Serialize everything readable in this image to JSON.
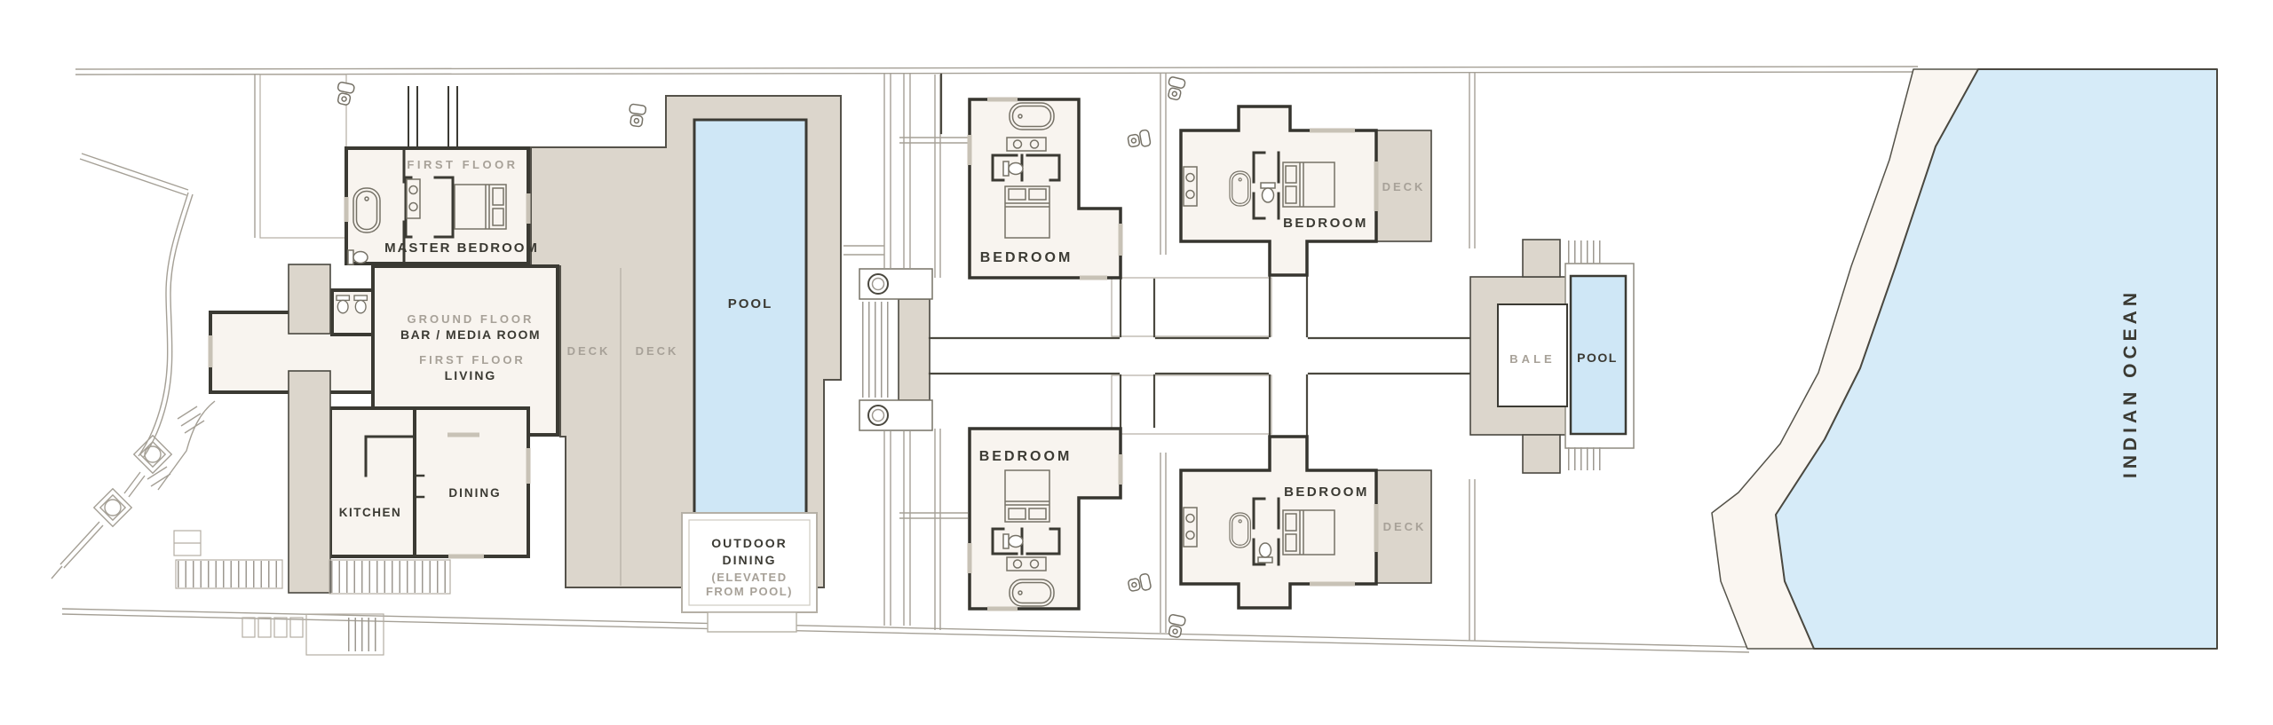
{
  "main_house": {
    "upper_floor_tag": "FIRST FLOOR",
    "master_bedroom": "MASTER BEDROOM",
    "ground_floor_tag": "GROUND FLOOR",
    "bar_media_room": "BAR / MEDIA ROOM",
    "lower_floor_tag": "FIRST FLOOR",
    "living": "LIVING",
    "kitchen": "KITCHEN",
    "dining": "DINING"
  },
  "pool_area": {
    "pool": "POOL",
    "deck_west": "DECK",
    "deck_east": "DECK",
    "outdoor_dining_line1": "OUTDOOR",
    "outdoor_dining_line2": "DINING",
    "outdoor_dining_note1": "(ELEVATED",
    "outdoor_dining_note2": "FROM POOL)"
  },
  "villas": {
    "top_left_bedroom": "BEDROOM",
    "top_right_bedroom": "BEDROOM",
    "bottom_left_bedroom": "BEDROOM",
    "bottom_right_bedroom": "BEDROOM",
    "top_right_deck": "DECK",
    "bottom_right_deck": "DECK"
  },
  "bale_area": {
    "bale": "BALE",
    "pool": "POOL"
  },
  "ocean": {
    "label": "INDIAN OCEAN"
  },
  "colors": {
    "room": "#f8f4ef",
    "deck": "#dcd6cc",
    "pool": "#cfe7f6",
    "ocean": "#d6ebf8",
    "beach": "#faf6f1",
    "wall": "#3b3a33",
    "muted_label": "#a7a198"
  }
}
